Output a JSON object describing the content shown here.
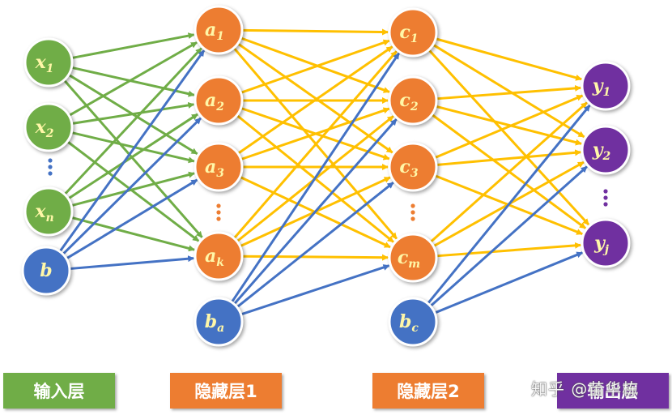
{
  "colors": {
    "input": "#70ad47",
    "bias": "#4472c4",
    "hidden": "#ed7d31",
    "output": "#7030a0",
    "edge_input": "#70ad47",
    "edge_bias": "#4472c4",
    "edge_hidden": "#ffc000",
    "label": "#fff7a8"
  },
  "nodes": {
    "input": [
      {
        "main": "x",
        "sub": "1"
      },
      {
        "main": "x",
        "sub": "2"
      },
      {
        "main": "x",
        "sub": "n"
      },
      {
        "main": "b",
        "sub": ""
      }
    ],
    "hidden1": [
      {
        "main": "a",
        "sub": "1"
      },
      {
        "main": "a",
        "sub": "2"
      },
      {
        "main": "a",
        "sub": "3"
      },
      {
        "main": "a",
        "sub": "k"
      },
      {
        "main": "b",
        "sub": "a"
      }
    ],
    "hidden2": [
      {
        "main": "c",
        "sub": "1"
      },
      {
        "main": "c",
        "sub": "2"
      },
      {
        "main": "c",
        "sub": "3"
      },
      {
        "main": "c",
        "sub": "m"
      },
      {
        "main": "b",
        "sub": "c"
      }
    ],
    "output": [
      {
        "main": "y",
        "sub": "1"
      },
      {
        "main": "y",
        "sub": "2"
      },
      {
        "main": "y",
        "sub": "j"
      }
    ]
  },
  "legend": {
    "input": "输入层",
    "hidden1": "隐藏层1",
    "hidden2": "隐藏层2",
    "output": "输出层"
  },
  "watermark": "知乎 @苗华栋"
}
